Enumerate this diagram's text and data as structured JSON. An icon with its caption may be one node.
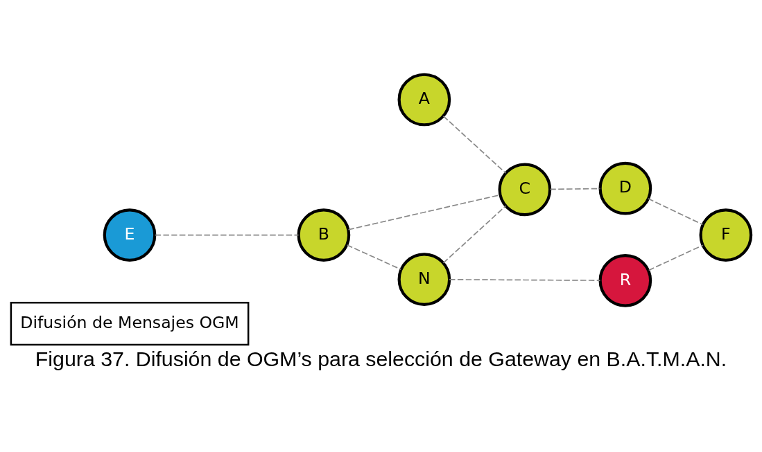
{
  "diagram": {
    "caption": "Figura 37. Difusión de OGM’s para selección de Gateway en B.A.T.M.A.N.",
    "nodes": [
      {
        "text": [
          "Difusión de Mensajes OGM"
        ]
      },
      {
        "text": [
          "B"
        ]
      },
      {
        "text": [
          "N"
        ]
      },
      {
        "text": [
          "R"
        ]
      },
      {
        "text": [
          "E"
        ]
      },
      {
        "text": [
          "C"
        ]
      },
      {
        "text": [
          "F"
        ]
      },
      {
        "text": [
          "A"
        ]
      },
      {
        "text": [
          "D"
        ]
      }
    ],
    "edges": [
      {
        "from": 4,
        "to": 1,
        "arrow": "none",
        "style": "dashed"
      },
      {
        "from": 1,
        "to": 2,
        "arrow": "none",
        "style": "dashed"
      },
      {
        "from": 2,
        "to": 3,
        "arrow": "none",
        "style": "dashed"
      },
      {
        "from": 1,
        "to": 5,
        "arrow": "none",
        "style": "dashed"
      },
      {
        "from": 2,
        "to": 5,
        "arrow": "none",
        "style": "dashed"
      },
      {
        "from": 3,
        "to": 6,
        "arrow": "none",
        "style": "dashed"
      },
      {
        "from": 7,
        "to": 5,
        "arrow": "none",
        "style": "dashed"
      },
      {
        "from": 5,
        "to": 8,
        "arrow": "none",
        "style": "dashed"
      },
      {
        "from": 8,
        "to": 6,
        "arrow": "none",
        "style": "dashed"
      }
    ]
  }
}
